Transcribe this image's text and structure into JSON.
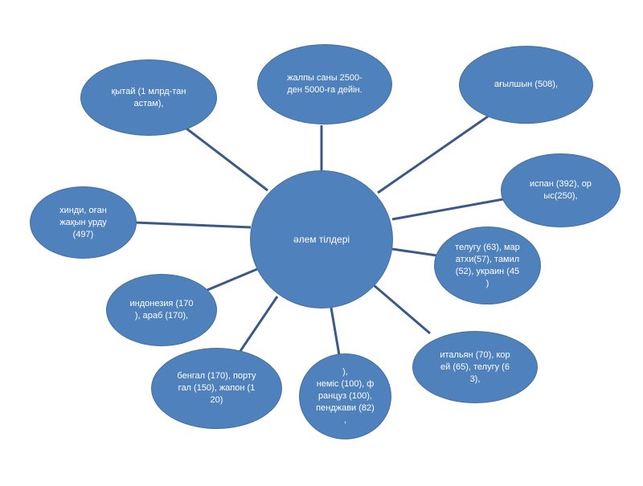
{
  "diagram": {
    "center": {
      "label": "әлем тілдері"
    },
    "nodes": [
      {
        "id": "chinese",
        "label": "қытай (1 млрд-тан\nастам),"
      },
      {
        "id": "total",
        "label": "жалпы саны 2500-\nден 5000-ға дейін."
      },
      {
        "id": "english",
        "label": "ағылшын (508),"
      },
      {
        "id": "spanish",
        "label": "испан (392), ор\nыс(250),"
      },
      {
        "id": "telugu",
        "label": "телугу (63), мар\nатхи(57), тамил\n(52), украин (45\n)"
      },
      {
        "id": "italian",
        "label": "итальян (70), кор\nей (65), телугу (6\n3),"
      },
      {
        "id": "german",
        "label": "),\nнеміс (100), ф\nранцуз (100),\nпенджави (82)\n,"
      },
      {
        "id": "bengali",
        "label": "бенгал (170), порту\nгал (150), жапон (1\n20)"
      },
      {
        "id": "indonesian",
        "label": "индонезия (170\n), араб (170),"
      },
      {
        "id": "hindi",
        "label": "хинди, оған\nжақын урду\n(497)"
      }
    ],
    "colors": {
      "node_fill": "#4f81bd",
      "connector": "#3a5a85"
    }
  }
}
